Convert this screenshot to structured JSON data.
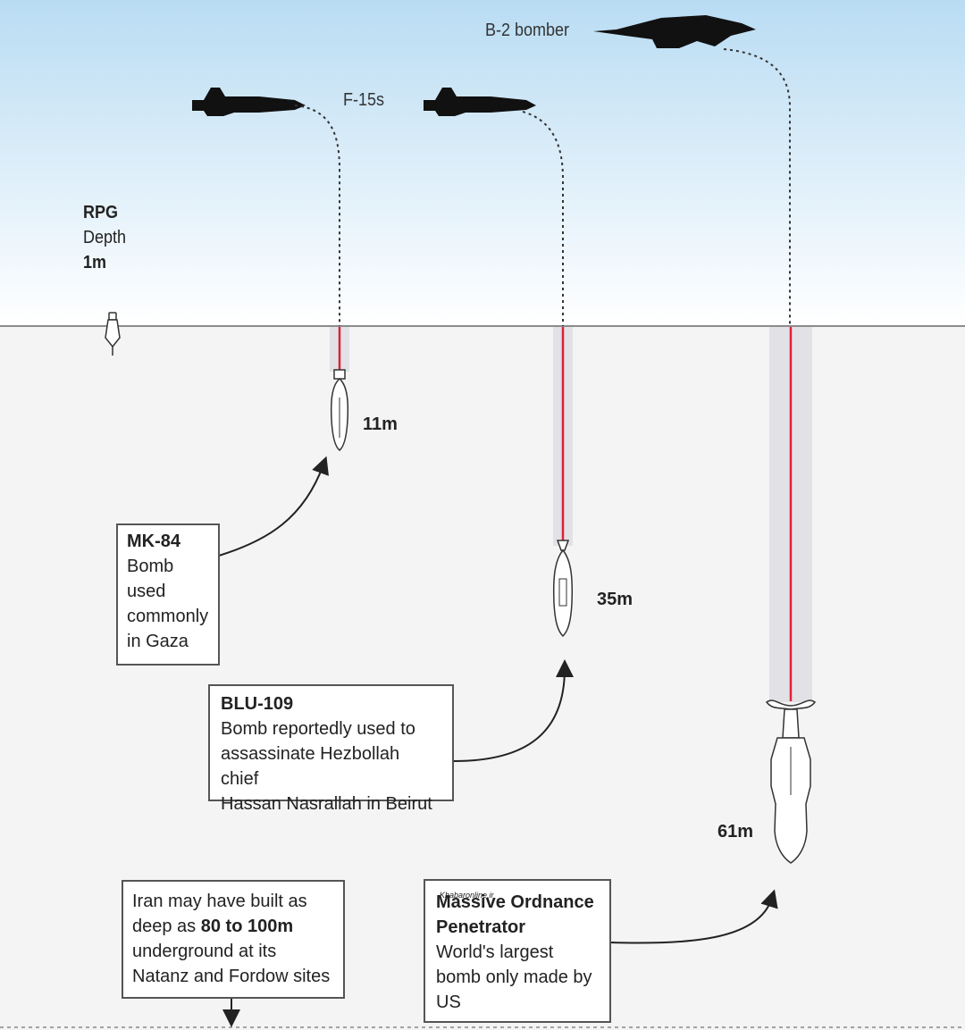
{
  "aircraft": {
    "f15_label": "F-15s",
    "b2_label": "B-2 bomber"
  },
  "rpg": {
    "name": "RPG",
    "depth_label": "Depth",
    "depth_value": "1m"
  },
  "munitions": {
    "mk84": {
      "depth": "11m",
      "lines": [
        "MK-84",
        "Bomb",
        "used",
        "commonly",
        "in Gaza"
      ]
    },
    "blu109": {
      "depth": "35m",
      "lines": [
        "BLU-109",
        "Bomb reportedly used to",
        "assassinate Hezbollah chief",
        "Hassan Nasrallah in Beirut"
      ]
    },
    "mop": {
      "depth": "61m",
      "watermark": "Khabaronline.ir",
      "lines": [
        "Massive Ordnance",
        "Penetrator",
        "World's largest",
        "bomb only made by",
        "US"
      ]
    }
  },
  "iran_note": {
    "line1": "Iran may have built as",
    "line2_pre": "deep as ",
    "line2_bold": "80 to 100m",
    "line3": "underground at its",
    "line4": "Natanz and Fordow sites"
  },
  "colors": {
    "sky_top": "#b9dcf3",
    "sky_bottom": "#ffffff",
    "ground": "#f4f4f4",
    "trajectory": "#e0203a",
    "trajectory_band": "#e2e2e6",
    "silhouette": "#111111"
  }
}
